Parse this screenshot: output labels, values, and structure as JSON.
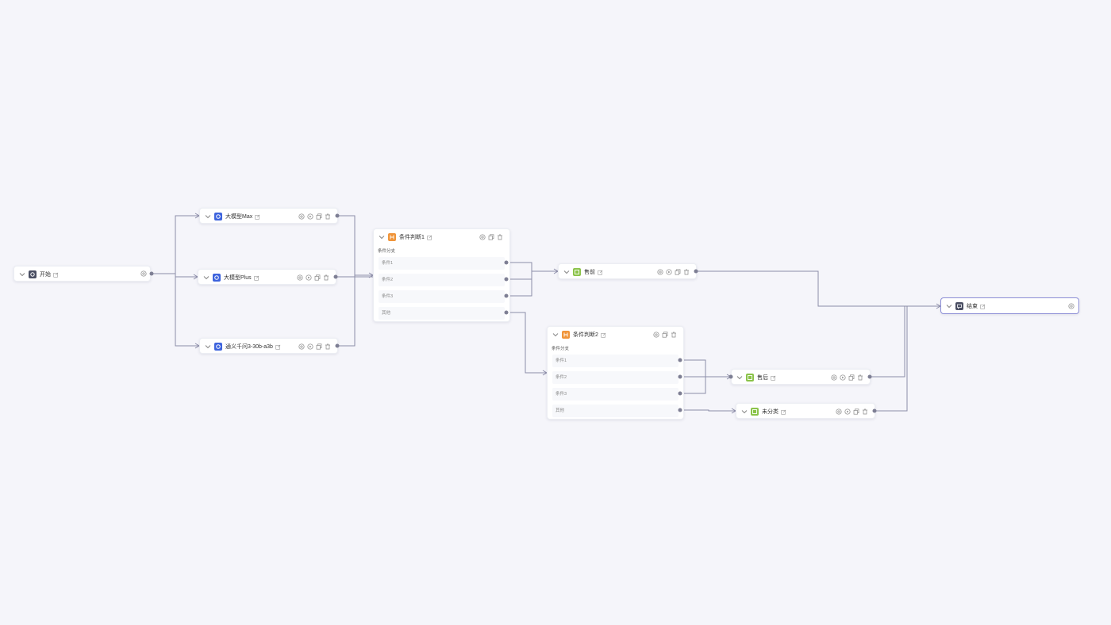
{
  "colors": {
    "edge": "#8c8da8",
    "dot": "#7e7f94",
    "llm_badge": "#3d63dd",
    "start_badge": "#4b4f63",
    "condition_badge": "#f0953a",
    "reply_badge": "#8bc34a",
    "selected_border": "#8d8fd6"
  },
  "nodes": {
    "start": {
      "title": "开始",
      "icon": "gear-icon"
    },
    "llm_max": {
      "title": "大模型Max",
      "icon": "llm-icon"
    },
    "llm_plus": {
      "title": "大模型Plus",
      "icon": "llm-icon"
    },
    "llm_qwen": {
      "title": "通义千问3-30b-a3b",
      "icon": "llm-icon"
    },
    "cond1": {
      "title": "条件判断1",
      "subtitle": "条件分支",
      "conditions": [
        "条件1",
        "条件2",
        "条件3",
        "其他"
      ],
      "icon": "branch-icon"
    },
    "presale": {
      "title": "售前",
      "icon": "reply-icon"
    },
    "cond2": {
      "title": "条件判断2",
      "subtitle": "条件分支",
      "conditions": [
        "条件1",
        "条件2",
        "条件3",
        "其他"
      ],
      "icon": "branch-icon"
    },
    "aftersale": {
      "title": "售后",
      "icon": "reply-icon"
    },
    "unclassified": {
      "title": "未分类",
      "icon": "reply-icon"
    },
    "end": {
      "title": "结束",
      "icon": "end-icon"
    }
  }
}
